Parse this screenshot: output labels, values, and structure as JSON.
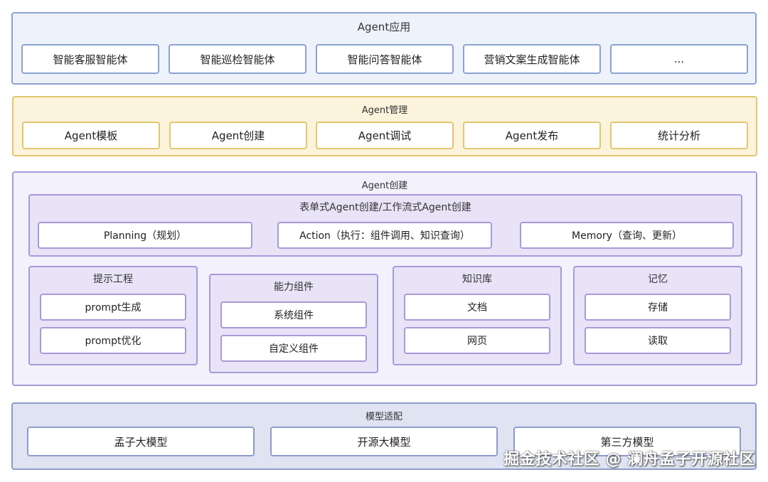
{
  "layers": {
    "app": {
      "title": "Agent应用",
      "items": [
        "智能客服智能体",
        "智能巡检智能体",
        "智能问答智能体",
        "营销文案生成智能体",
        "..."
      ]
    },
    "management": {
      "title": "Agent管理",
      "items": [
        "Agent模板",
        "Agent创建",
        "Agent调试",
        "Agent发布",
        "统计分析"
      ]
    },
    "creation": {
      "title": "Agent创建",
      "form_group": {
        "title": "表单式Agent创建/工作流式Agent创建",
        "items": [
          "Planning（规划）",
          "Action（执行：组件调用、知识查询）",
          "Memory（查询、更新）"
        ]
      },
      "groups": [
        {
          "title": "提示工程",
          "items": [
            "prompt生成",
            "prompt优化"
          ]
        },
        {
          "title": "能力组件",
          "items": [
            "系统组件",
            "自定义组件"
          ]
        },
        {
          "title": "知识库",
          "items": [
            "文档",
            "网页"
          ]
        },
        {
          "title": "记忆",
          "items": [
            "存储",
            "读取"
          ]
        }
      ]
    },
    "model": {
      "title": "模型适配",
      "items": [
        "孟子大模型",
        "开源大模型",
        "第三方模型"
      ]
    }
  },
  "watermark": "掘金技术社区 @ 澜舟孟子开源社区",
  "colors": {
    "app_border": "#8ba2d2",
    "app_fill": "#eef2fb",
    "mgmt_border": "#e3c76e",
    "mgmt_fill": "#fbf3dc",
    "create_border": "#a79ad8",
    "create_fill": "#f3f1fb",
    "model_border": "#8f9bc9",
    "model_fill": "#dfe3f2"
  }
}
